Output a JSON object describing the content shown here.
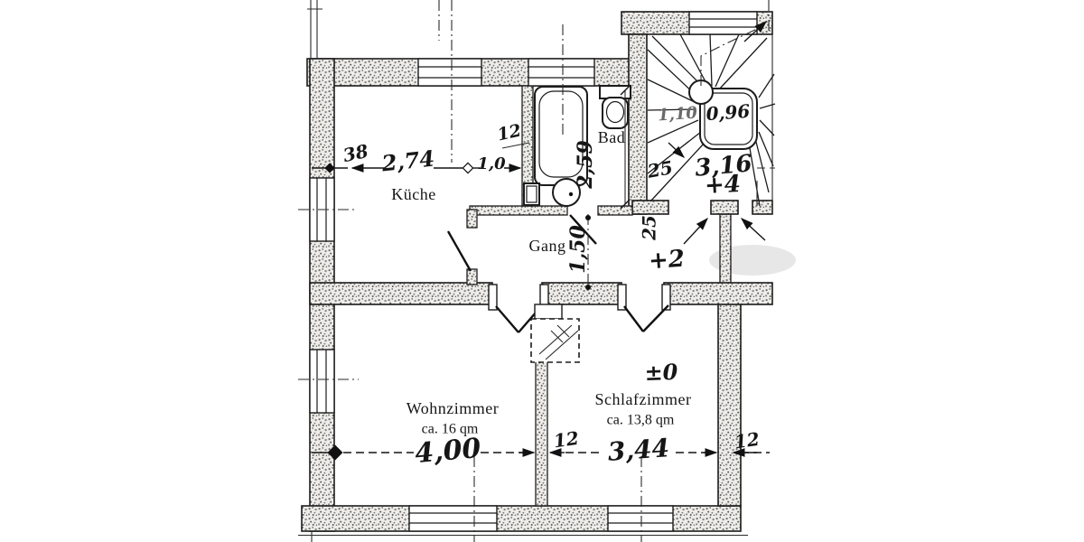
{
  "drawing": {
    "type": "apartment-floor-plan"
  },
  "rooms": {
    "kueche": {
      "label": "Küche"
    },
    "bad": {
      "label": "Bad"
    },
    "gang": {
      "label": "Gang"
    },
    "wohnzimmer": {
      "label": "Wohnzimmer",
      "area": "ca. 16 qm"
    },
    "schlafzimmer": {
      "label": "Schlafzimmer",
      "area": "ca. 13,8 qm"
    }
  },
  "dims": {
    "wall_38": "38",
    "kueche_width": "2,74",
    "door_width": "1,0",
    "bad_wall_12": "12",
    "bad_depth": "2,59",
    "stair_wall_25": "25",
    "stair_run_110": "1,10",
    "newel_096": "0,96",
    "stair_width_316": "3,16",
    "level_plus4": "+4",
    "gang_wall_25": "25",
    "gang_width_150": "1,50",
    "level_plus2": "+2",
    "wohnzimmer_width": "4,00",
    "mid_wall_12": "12",
    "schlafzimmer_width": "3,44",
    "right_wall_12": "12",
    "level_zero": "±0"
  }
}
